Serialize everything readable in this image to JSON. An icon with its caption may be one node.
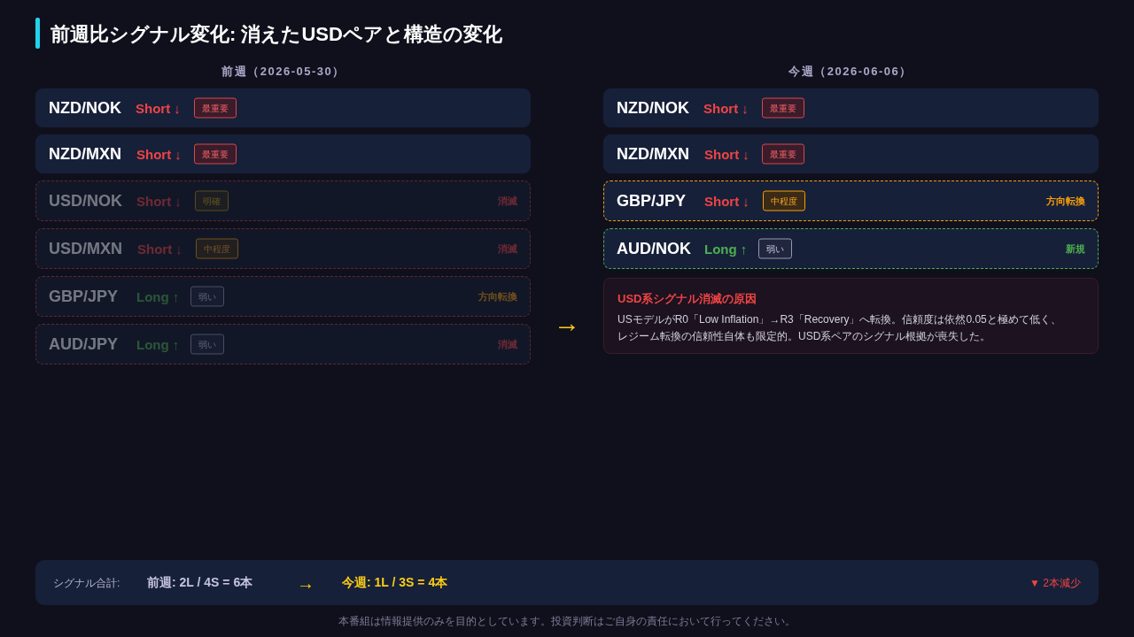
{
  "diagram": {
    "title": "前週比シグナル変化: 消えたUSDペアと構造の変化",
    "caption": "本番組は情報提供のみを目的としています。投資判断はご自身の責任において行ってください。",
    "nodes": [
      {
        "text": [
          "NZD/NOK",
          "Short ↓"
        ]
      },
      {
        "text": [
          "最重要"
        ],
        "in": 0
      },
      {
        "text": [
          "NZD/MXN",
          "Short ↓"
        ]
      },
      {
        "text": [
          "最重要"
        ],
        "in": 2
      },
      {
        "text": [
          "USD/NOK",
          "Short ↓",
          "消滅"
        ]
      },
      {
        "text": [
          "明確"
        ],
        "in": 4
      },
      {
        "text": [
          "USD/MXN",
          "Short ↓",
          "消滅"
        ]
      },
      {
        "text": [
          "中程度"
        ],
        "in": 6
      },
      {
        "text": [
          "GBP/JPY",
          "Long ↑",
          "方向転換"
        ]
      },
      {
        "text": [
          "弱い"
        ],
        "in": 8
      },
      {
        "text": [
          "AUD/JPY",
          "Long ↑",
          "消滅"
        ]
      },
      {
        "text": [
          "弱い"
        ],
        "in": 10
      },
      {
        "text": [
          "NZD/NOK",
          "Short ↓"
        ]
      },
      {
        "text": [
          "最重要"
        ],
        "in": 12
      },
      {
        "text": [
          "NZD/MXN",
          "Short ↓"
        ]
      },
      {
        "text": [
          "最重要"
        ],
        "in": 14
      },
      {
        "text": [
          "GBP/JPY",
          "Short ↓",
          "方向転換"
        ]
      },
      {
        "text": [
          "中程度"
        ],
        "in": 16
      },
      {
        "text": [
          "AUD/NOK",
          "Long ↑",
          "新規"
        ]
      },
      {
        "text": [
          "弱い"
        ],
        "in": 18
      },
      {
        "text": [
          "USD系シグナル消滅の原因",
          "USモデルがR0「Low Inflation」→R3「Recovery」へ転換。信頼度は依然0.05と極めて低く、レジーム転換の信頼性自体も限定的。USD系ペアのシグナル根拠が喪失した。"
        ]
      },
      {
        "text": [
          "シグナル合計:",
          "前週: 2L / 4S = 6本",
          "→",
          "今週: 1L / 3S = 4本",
          "▼ 2本減少"
        ]
      }
    ],
    "labels": [
      "前週（2026-05-30）",
      "今週（2026-06-06）",
      "→"
    ]
  }
}
